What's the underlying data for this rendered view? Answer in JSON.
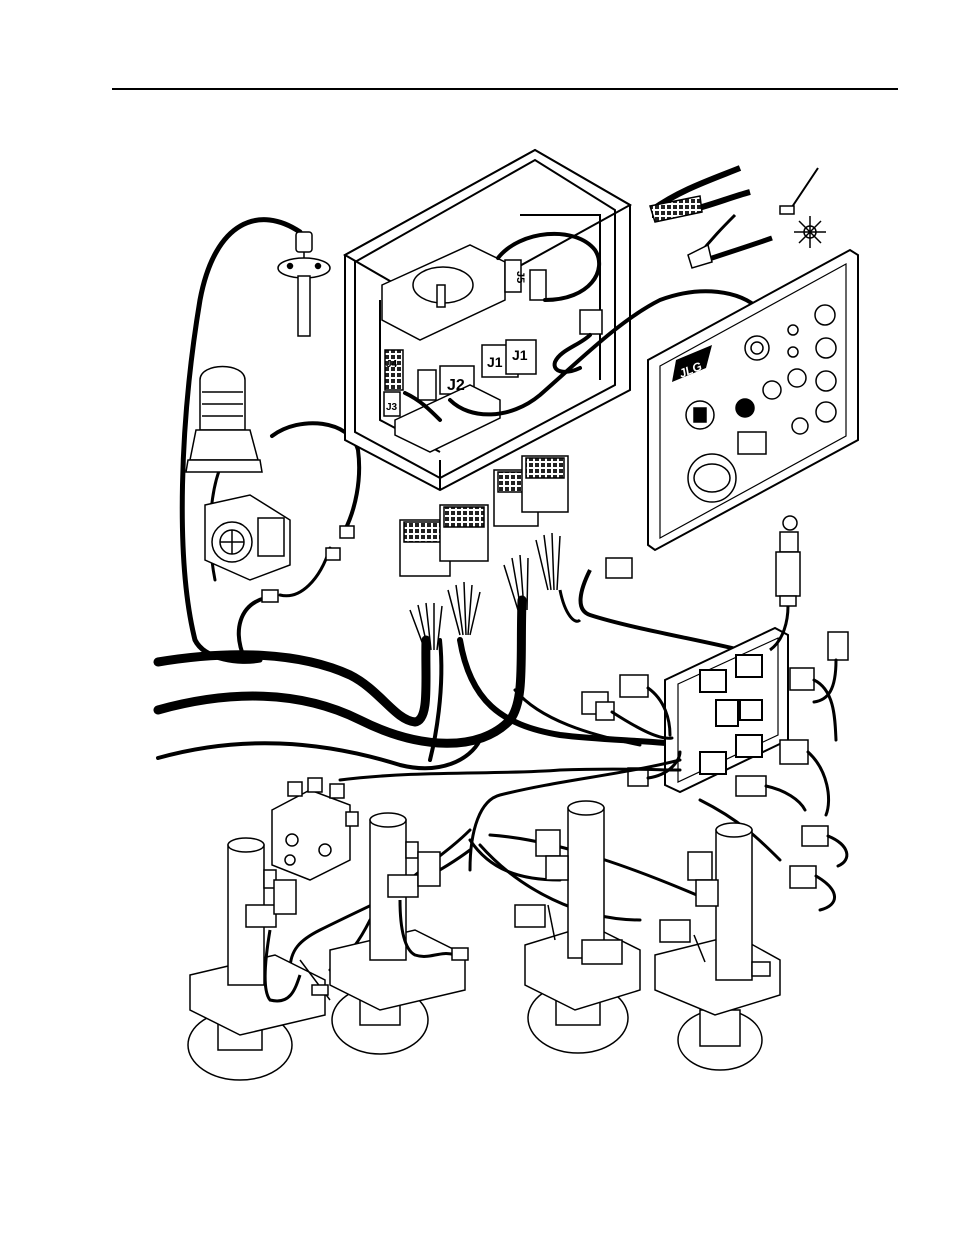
{
  "figure": {
    "brand_logo": "JLG",
    "connector_labels": {
      "j1_a": "J1",
      "j1_b": "J1",
      "j2": "J2",
      "j5": "J5",
      "j4": "J4",
      "j3": "J3"
    }
  },
  "colors": {
    "ink": "#000000",
    "paper": "#ffffff",
    "shade": "#dcdcdc"
  }
}
